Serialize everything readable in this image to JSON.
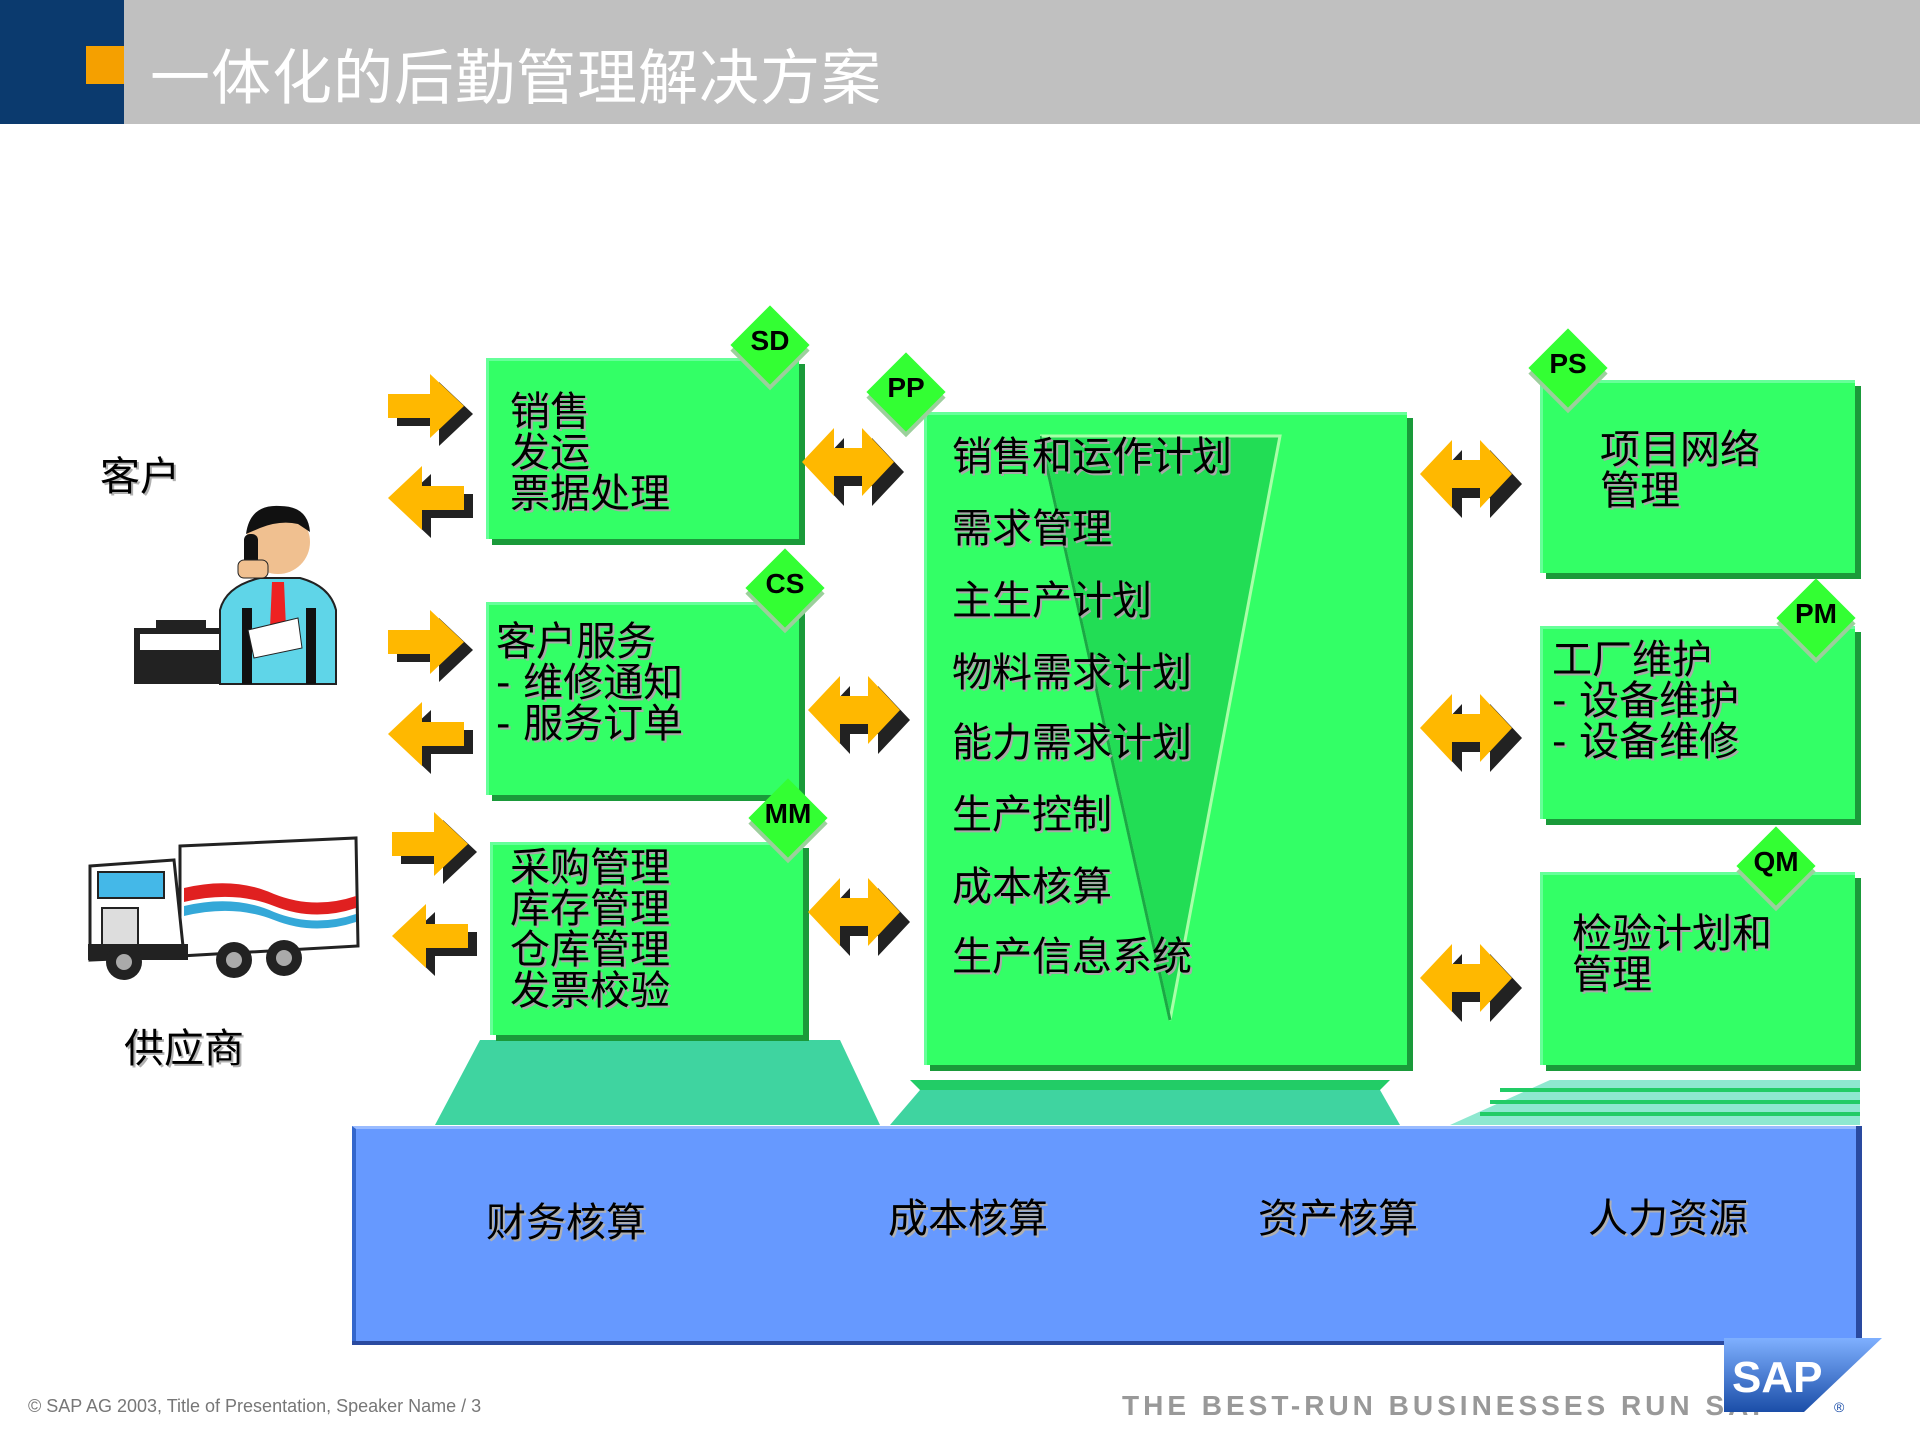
{
  "title": "一体化的后勤管理解决方案",
  "labels": {
    "customer": "客户",
    "supplier": "供应商"
  },
  "boxes": {
    "sd": {
      "code": "SD",
      "lines": [
        "销售",
        "发运",
        "票据处理"
      ]
    },
    "cs": {
      "code": "CS",
      "lines": [
        "客户服务",
        "- 维修通知",
        "- 服务订单"
      ]
    },
    "mm": {
      "code": "MM",
      "lines": [
        "采购管理",
        "库存管理",
        "仓库管理",
        "发票校验"
      ]
    },
    "pp": {
      "code": "PP",
      "lines": [
        "销售和运作计划",
        "需求管理",
        "主生产计划",
        "物料需求计划",
        "能力需求计划",
        "生产控制",
        "成本核算",
        "生产信息系统"
      ]
    },
    "ps": {
      "code": "PS",
      "lines": [
        "项目网络",
        "管理"
      ]
    },
    "pm": {
      "code": "PM",
      "lines": [
        "工厂维护",
        "- 设备维护",
        "- 设备维修"
      ]
    },
    "qm": {
      "code": "QM",
      "lines": [
        "检验计划和",
        "管理"
      ]
    }
  },
  "base": {
    "items": [
      "财务核算",
      "成本核算",
      "资产核算",
      "人力资源"
    ]
  },
  "footer": {
    "copyright": "©   SAP AG 2003, Title of Presentation, Speaker Name / 3",
    "tagline": "THE BEST-RUN BUSINESSES RUN SAP",
    "logo": "SAP",
    "logo_reg": "®"
  },
  "colors": {
    "header_blue": "#0b3a6e",
    "header_grey": "#c0c0c0",
    "accent_orange": "#f5a000",
    "module_green": "#33ff66",
    "base_blue": "#6699ff",
    "arrow_yellow": "#ffb800"
  }
}
